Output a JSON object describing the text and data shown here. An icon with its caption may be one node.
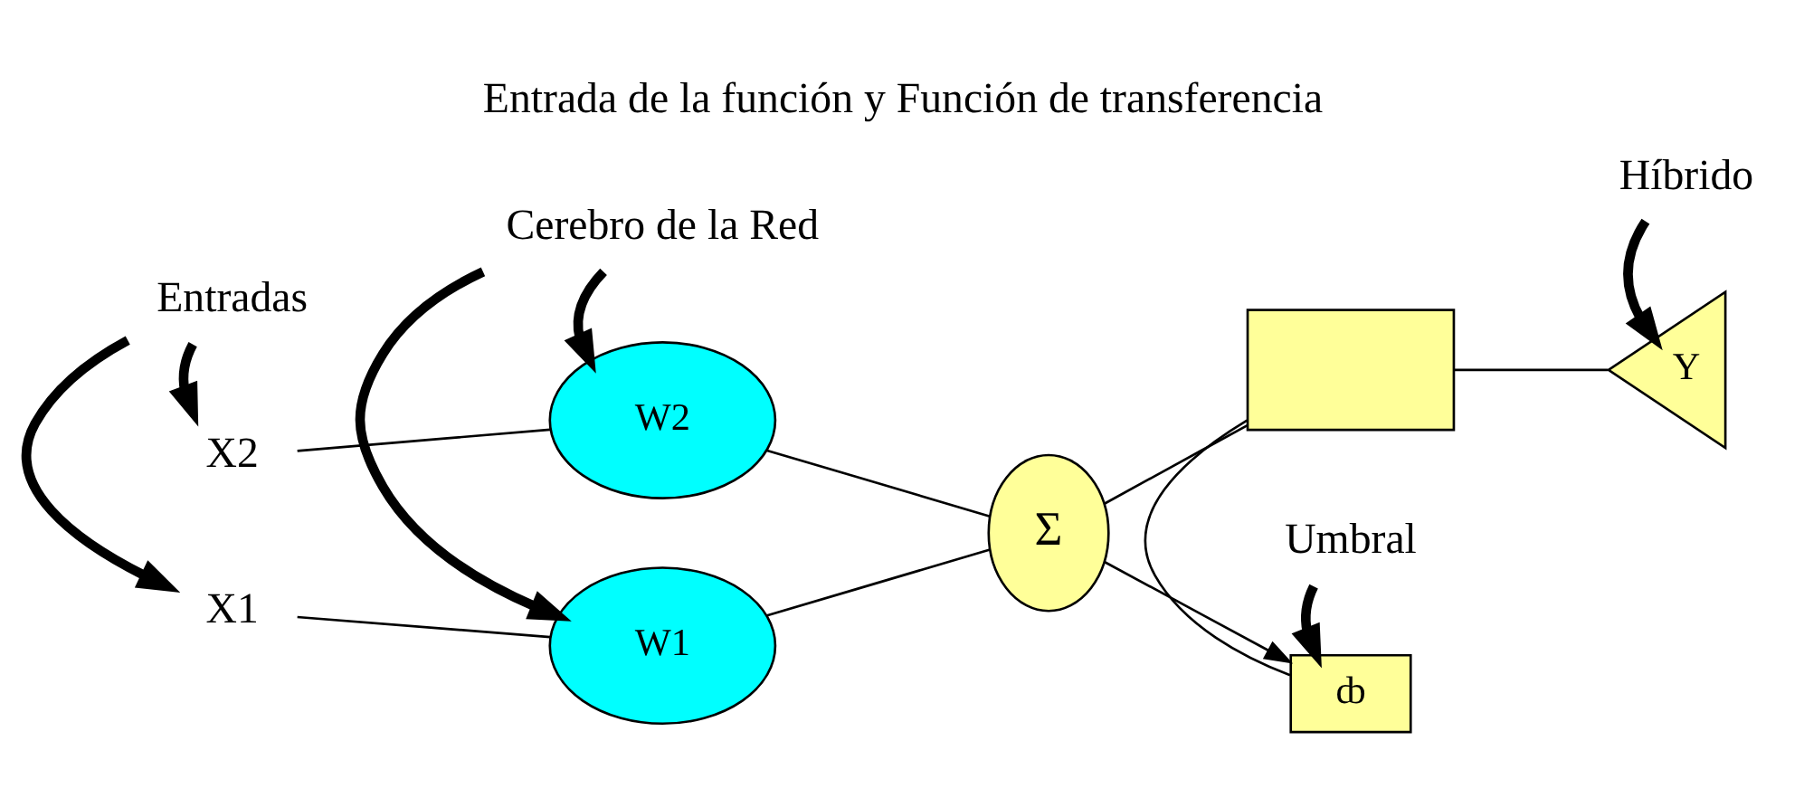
{
  "diagram": {
    "title": "Entrada de la función y Función de transferencia",
    "nodes": [
      {
        "text": [
          "X1"
        ]
      },
      {
        "text": [
          "W1"
        ]
      },
      {
        "text": [
          "X2"
        ]
      },
      {
        "text": [
          "W2"
        ]
      },
      {
        "text": [
          "Σ"
        ]
      },
      {
        "text": [],
        "shape": "box"
      },
      {
        "text": [
          "Y"
        ]
      },
      {
        "text": [
          "ȸ"
        ]
      },
      {
        "text": [
          "Entradas"
        ]
      },
      {
        "text": [
          "Cerebro de la Red"
        ]
      },
      {
        "text": [
          "Híbrido"
        ]
      },
      {
        "text": [
          "Umbral"
        ]
      }
    ],
    "edges": [
      {
        "from": 0,
        "to": 1,
        "arrow": "none"
      },
      {
        "from": 2,
        "to": 3,
        "arrow": "none"
      },
      {
        "from": 1,
        "to": 4,
        "arrow": "none"
      },
      {
        "from": 3,
        "to": 4,
        "arrow": "none"
      },
      {
        "from": 4,
        "to": 5,
        "arrow": "none"
      },
      {
        "from": 5,
        "to": 6,
        "arrow": "none"
      },
      {
        "from": 5,
        "to": 7,
        "arrow": "none"
      },
      {
        "from": 4,
        "to": 7,
        "arrow": "to"
      },
      {
        "from": 8,
        "to": 0,
        "arrow": "to",
        "style": "thick"
      },
      {
        "from": 8,
        "to": 2,
        "arrow": "to",
        "style": "thick"
      },
      {
        "from": 9,
        "to": 1,
        "arrow": "to",
        "style": "thick"
      },
      {
        "from": 9,
        "to": 3,
        "arrow": "to",
        "style": "thick"
      },
      {
        "from": 10,
        "to": 6,
        "arrow": "to",
        "style": "thick"
      },
      {
        "from": 11,
        "to": 7,
        "arrow": "to",
        "style": "thick"
      }
    ]
  }
}
